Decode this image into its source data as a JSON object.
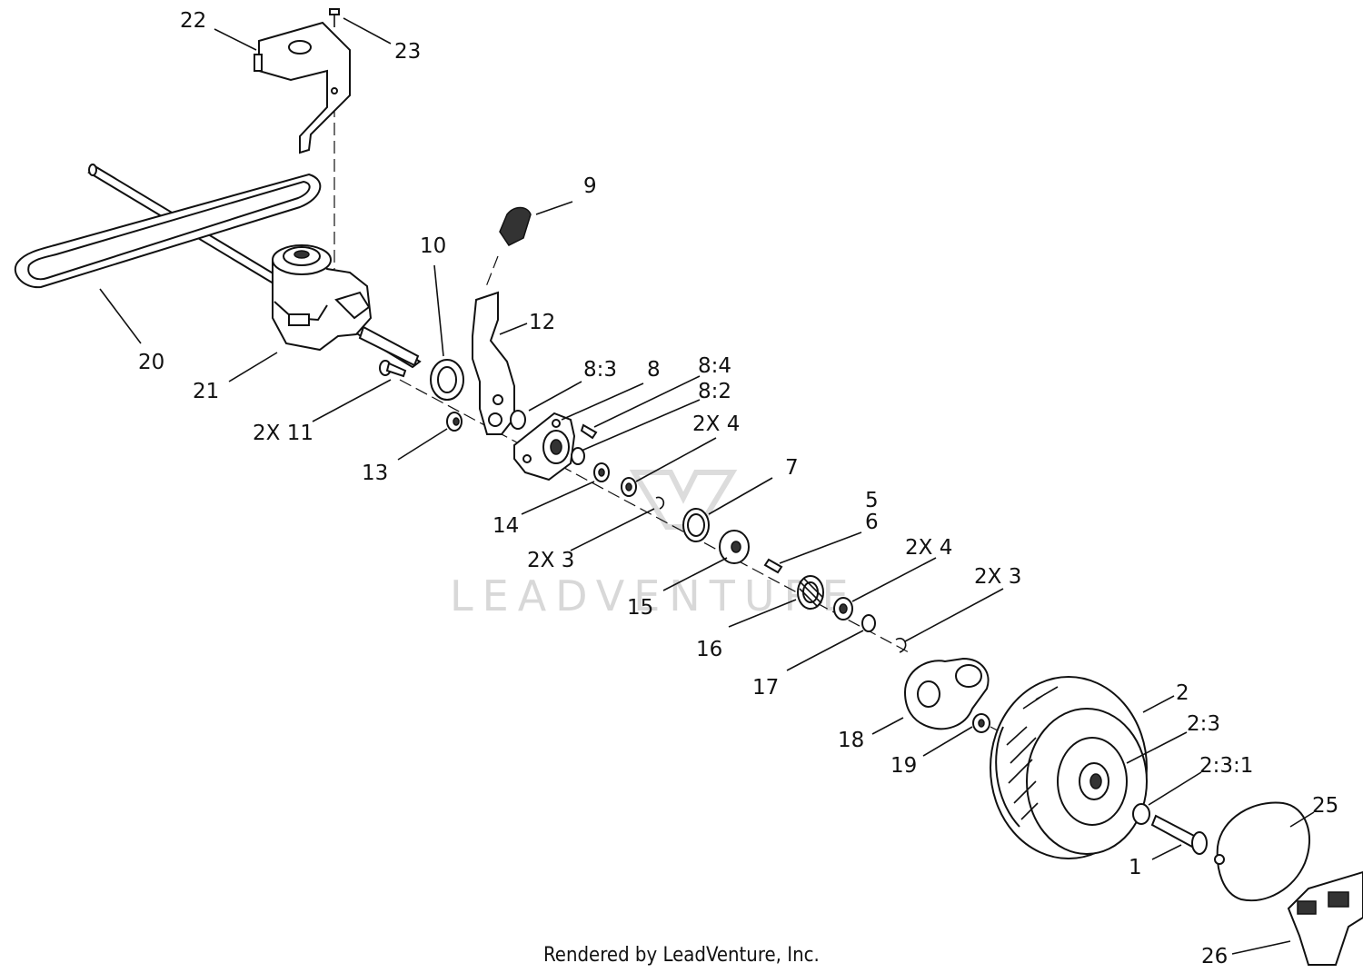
{
  "diagram": {
    "footer": "Rendered by LeadVenture, Inc.",
    "watermark": "LEADVENTURE",
    "callouts": [
      {
        "id": "c22",
        "text": "22"
      },
      {
        "id": "c23",
        "text": "23"
      },
      {
        "id": "c20",
        "text": "20"
      },
      {
        "id": "c21",
        "text": "21"
      },
      {
        "id": "c10",
        "text": "10"
      },
      {
        "id": "c9",
        "text": "9"
      },
      {
        "id": "c12",
        "text": "12"
      },
      {
        "id": "c2x11",
        "text": "2X 11"
      },
      {
        "id": "c13",
        "text": "13"
      },
      {
        "id": "c83",
        "text": "8:3"
      },
      {
        "id": "c8",
        "text": "8"
      },
      {
        "id": "c84",
        "text": "8:4"
      },
      {
        "id": "c82",
        "text": "8:2"
      },
      {
        "id": "c2x4a",
        "text": "2X 4"
      },
      {
        "id": "c14",
        "text": "14"
      },
      {
        "id": "c7",
        "text": "7"
      },
      {
        "id": "c2x3a",
        "text": "2X 3"
      },
      {
        "id": "c5",
        "text": "5"
      },
      {
        "id": "c6",
        "text": "6"
      },
      {
        "id": "c2x4b",
        "text": "2X 4"
      },
      {
        "id": "c15",
        "text": "15"
      },
      {
        "id": "c2x3b",
        "text": "2X 3"
      },
      {
        "id": "c16",
        "text": "16"
      },
      {
        "id": "c17",
        "text": "17"
      },
      {
        "id": "c2",
        "text": "2"
      },
      {
        "id": "c23b",
        "text": "2:3"
      },
      {
        "id": "c18",
        "text": "18"
      },
      {
        "id": "c19",
        "text": "19"
      },
      {
        "id": "c231",
        "text": "2:3:1"
      },
      {
        "id": "c25",
        "text": "25"
      },
      {
        "id": "c1",
        "text": "1"
      },
      {
        "id": "c26",
        "text": "26"
      }
    ]
  }
}
